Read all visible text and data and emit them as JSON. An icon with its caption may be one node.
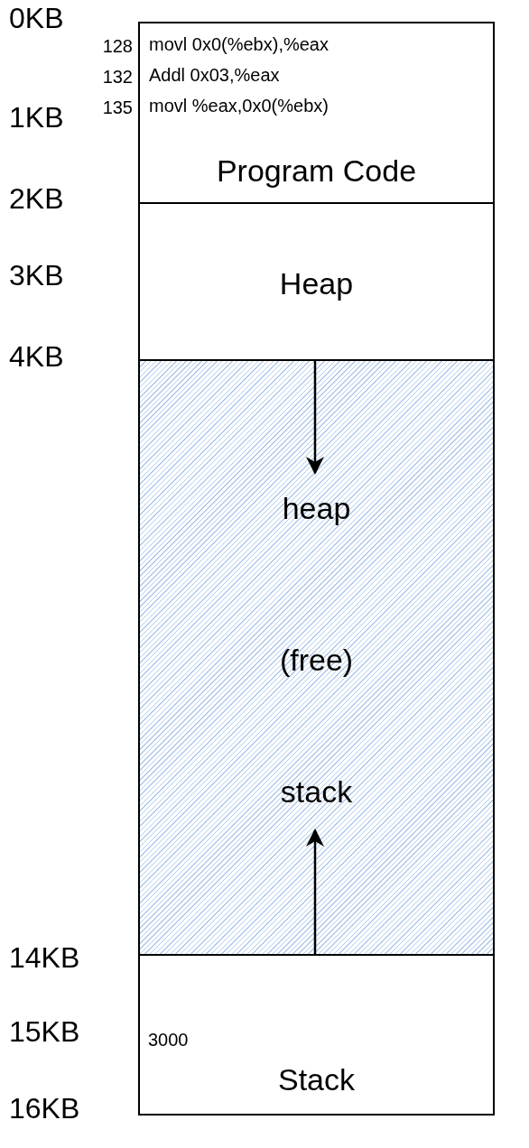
{
  "diagram": {
    "nodes": [
      {
        "text": [
          "movl 0x0(%ebx),%eax",
          "Addl 0x03,%eax",
          "movl %eax,0x0(%ebx)",
          "Program Code"
        ],
        "beside": [
          "128",
          "132",
          "135"
        ]
      },
      {
        "text": [
          "Heap"
        ]
      },
      {
        "text": [
          "heap",
          "(free)",
          "stack"
        ]
      },
      {
        "text": [
          "3000",
          "Stack"
        ]
      }
    ],
    "edges": [],
    "labels": [
      "0KB",
      "1KB",
      "2KB",
      "3KB",
      "4KB",
      "14KB",
      "15KB",
      "16KB"
    ]
  }
}
